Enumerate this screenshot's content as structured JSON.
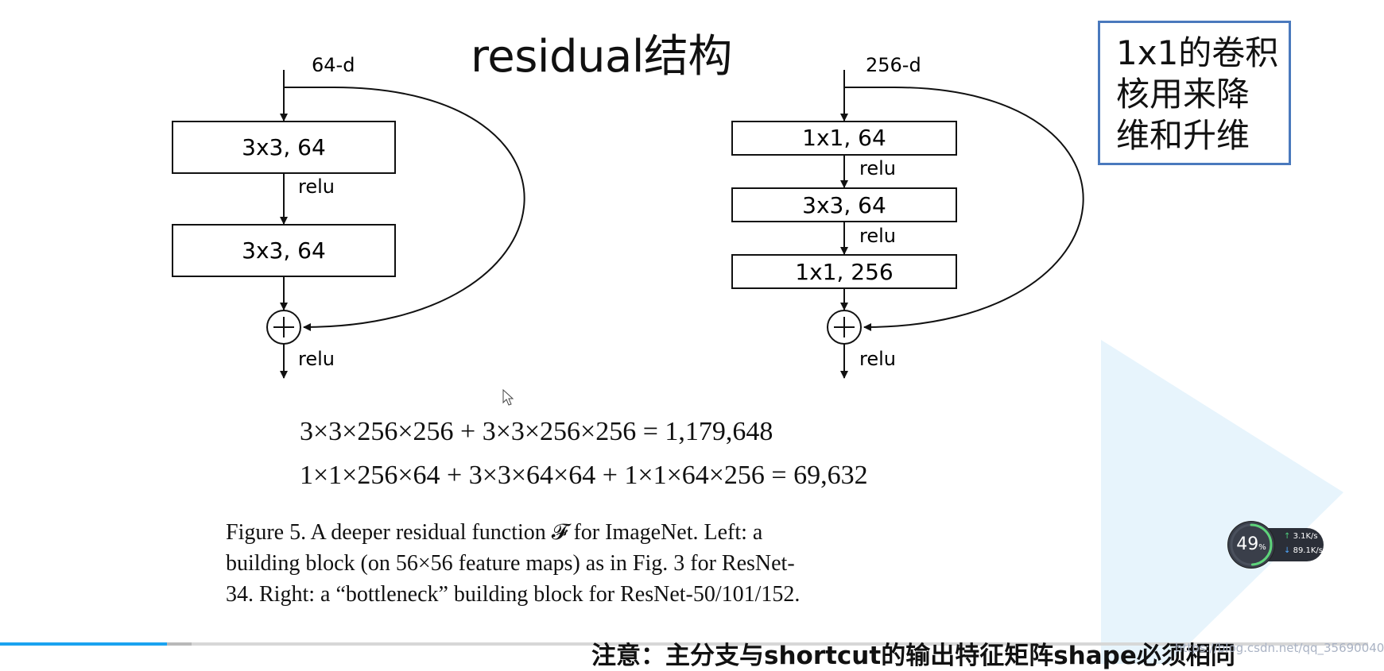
{
  "slide": {
    "title": "residual结构",
    "note": "1x1的卷积\n核用来降\n维和升维",
    "subtitle": "注意：主分支与shortcut的输出特征矩阵shape必须相同",
    "watermark": "https://blog.csdn.net/qq_35690040"
  },
  "left_block": {
    "input_label": "64-d",
    "layers": [
      "3x3, 64",
      "3x3, 64"
    ],
    "relu_labels": [
      "relu",
      "relu"
    ],
    "add_symbol": "+"
  },
  "right_block": {
    "input_label": "256-d",
    "layers": [
      "1x1, 64",
      "3x3, 64",
      "1x1, 256"
    ],
    "relu_labels": [
      "relu",
      "relu",
      "relu"
    ],
    "add_symbol": "+"
  },
  "equations": [
    "3×3×256×256 + 3×3×256×256 = 1,179,648",
    "1×1×256×64 + 3×3×64×64 + 1×1×64×256 = 69,632"
  ],
  "caption": {
    "lines": [
      "Figure 5. A deeper residual function 𝓕 for ImageNet.  Left: a",
      "building block (on 56×56 feature maps) as in Fig. 3 for ResNet-",
      "34. Right: a “bottleneck” building block for ResNet-50/101/152."
    ]
  },
  "player": {
    "progress": 0.122,
    "buffered": 0.14,
    "accent_color": "#1ba3f0"
  },
  "net_monitor": {
    "percent": "49",
    "percent_unit": "%",
    "upload": "3.1",
    "download": "89.1",
    "unit": "K/s"
  }
}
